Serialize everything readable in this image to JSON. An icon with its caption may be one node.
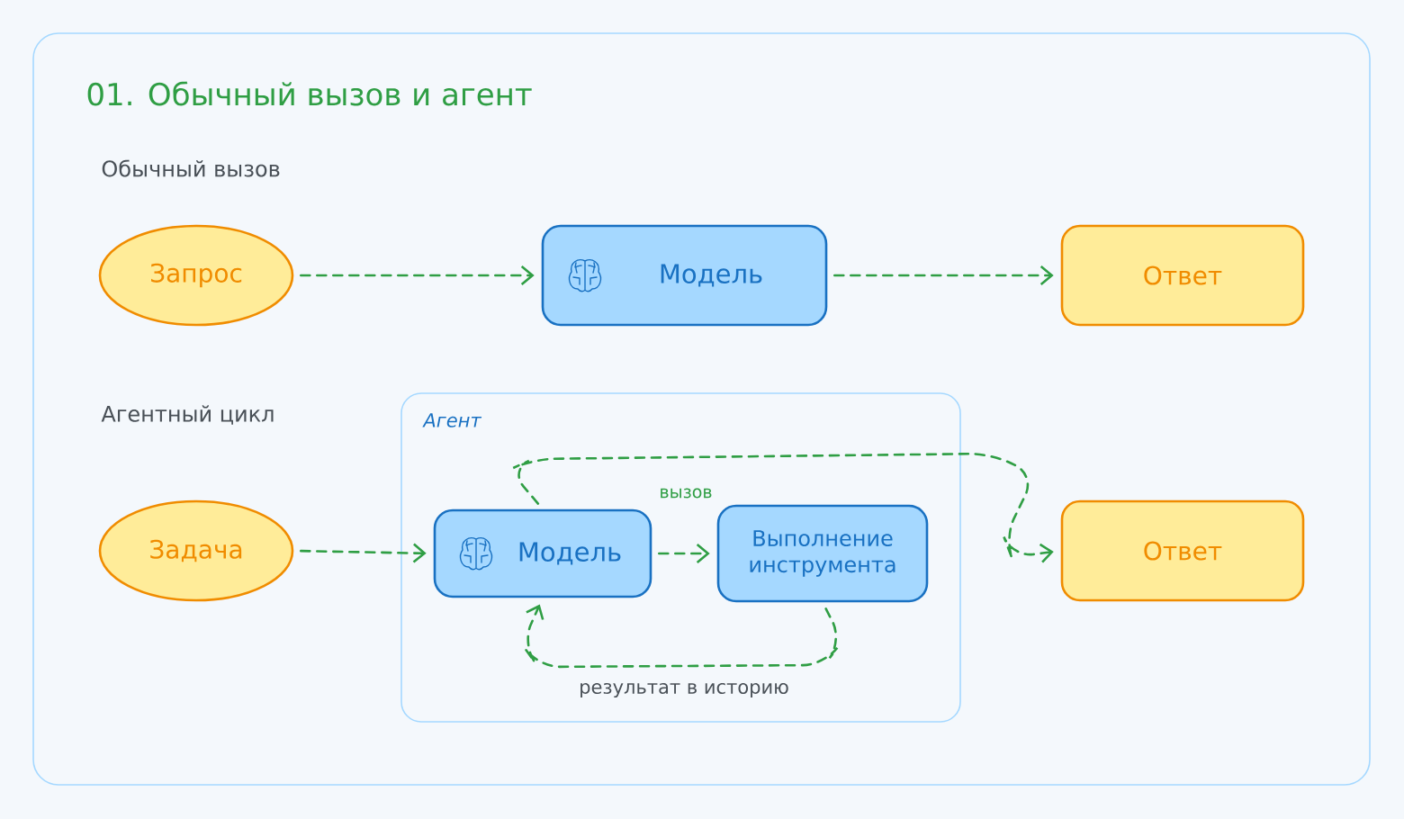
{
  "diagram": {
    "title": "01. Обычный вызов и агент",
    "nodes": [
      {
        "text": [
          "Запрос"
        ]
      },
      {
        "text": [
          "Модель"
        ]
      },
      {
        "text": [
          "Ответ"
        ]
      },
      {
        "text": [
          "Задача"
        ]
      },
      {
        "text": [
          "Агент"
        ]
      },
      {
        "text": [
          "Модель"
        ],
        "in": 4
      },
      {
        "text": [
          "Выполнение инструмента"
        ],
        "in": 4
      },
      {
        "text": [
          "Ответ"
        ]
      }
    ],
    "edges": [
      {
        "from": 0,
        "to": 1,
        "arrow": "to",
        "style": "dashed"
      },
      {
        "from": 1,
        "to": 2,
        "arrow": "to",
        "style": "dashed"
      },
      {
        "from": 3,
        "to": 5,
        "arrow": "to",
        "style": "dashed"
      },
      {
        "from": 5,
        "to": 6,
        "arrow": "to",
        "style": "dashed",
        "label": "вызов"
      },
      {
        "from": 6,
        "to": 5,
        "arrow": "to",
        "style": "dashed",
        "label": "результат в историю"
      },
      {
        "from": 5,
        "to": 7,
        "arrow": "to",
        "style": "dashed"
      }
    ],
    "labels": [
      "Обычный вызов",
      "Агентный цикл"
    ]
  }
}
